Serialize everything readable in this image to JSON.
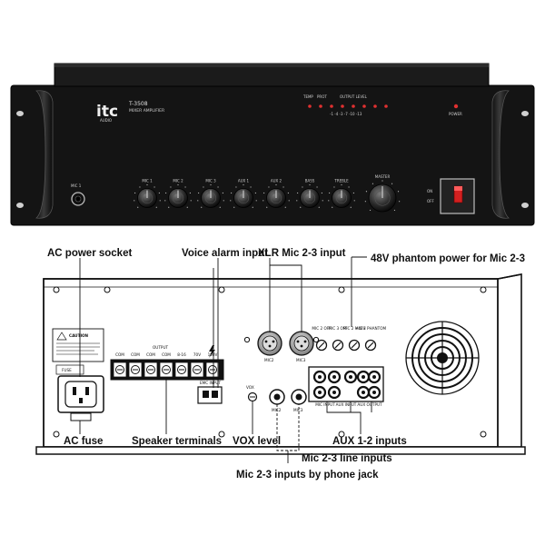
{
  "front": {
    "brand": "itc",
    "brand_sub": "AUDIO",
    "model": "T-3508",
    "subtitle": "MIXER AMPLIFIER",
    "mic1_label": "MIC 1",
    "knobs": [
      "MIC 1",
      "MIC 2",
      "MIC 3",
      "AUX 1",
      "AUX 2",
      "BASS",
      "TREBLE",
      "MASTER"
    ],
    "meter_labels": {
      "temp": "TEMP",
      "prot": "PROT",
      "output": "OUTPUT LEVEL"
    },
    "meter_scale": [
      "-1",
      "-4",
      "-3",
      "-7",
      "-10",
      "-13"
    ],
    "power_label": "POWER",
    "switch_on": "ON",
    "switch_off": "OFF"
  },
  "rear": {
    "output_label": "OUTPUT",
    "terminal_labels": [
      "COM",
      "COM",
      "COM",
      "COM",
      "8-16",
      "70V",
      "100V"
    ],
    "caution_label": "CAUTION",
    "fuse_label": "FUSE",
    "emc_label": "EMC INPUT",
    "mic2_label": "MIC2",
    "mic3_label": "MIC3",
    "vox_label": "VOX",
    "phantom_labels": [
      "MIC 2 OFF",
      "MIC 3 OFF",
      "MIC 2 +48V",
      "MIC 3 PHANTOM"
    ],
    "aux_labels": [
      "MIC INPUT",
      "AUX INPUT",
      "AUX OUTPUT"
    ]
  },
  "callouts": {
    "ac_socket": "AC power socket",
    "voice_alarm": "Voice alarm input",
    "xlr": "XLR Mic 2-3 input",
    "phantom": "48V phantom power for Mic 2-3",
    "ac_fuse": "AC fuse",
    "speaker": "Speaker terminals",
    "vox": "VOX level",
    "aux": "AUX 1-2 inputs",
    "line": "Mic 2-3 line inputs",
    "phone_jack": "Mic 2-3 inputs by phone jack"
  }
}
